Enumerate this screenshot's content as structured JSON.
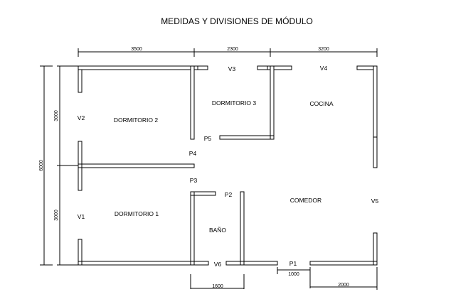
{
  "title": "MEDIDAS Y DIVISIONES DE MÓDULO",
  "rooms": {
    "dormitorio2": "DORMITORIO 2",
    "dormitorio3": "DORMITORIO 3",
    "cocina": "COCINA",
    "dormitorio1": "DORMITORIO 1",
    "bano": "BAÑO",
    "comedor": "COMEDOR"
  },
  "openings": {
    "v1": "V1",
    "v2": "V2",
    "v3": "V3",
    "v4": "V4",
    "v5": "V5",
    "v6": "V6",
    "p1": "P1",
    "p2": "P2",
    "p3": "P3",
    "p4": "P4",
    "p5": "P5"
  },
  "dimensions": {
    "top_a": "3500",
    "top_b": "2300",
    "top_c": "3200",
    "left_total": "6000",
    "left_upper": "3000",
    "left_lower": "3000",
    "bottom_bano": "1600",
    "bottom_door": "1000",
    "bottom_right": "2000"
  }
}
